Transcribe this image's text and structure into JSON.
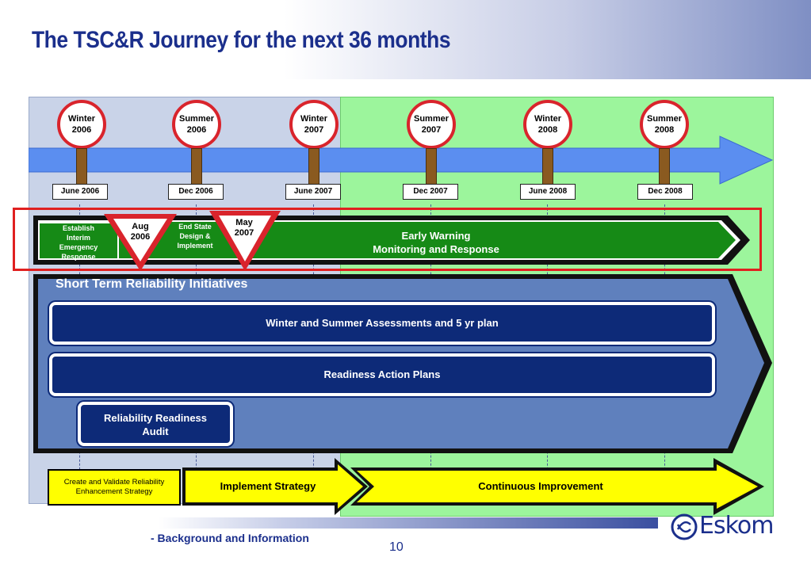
{
  "title": "The TSC&R Journey for the next 36 months",
  "milestones": [
    {
      "season": "Winter",
      "year": "2006",
      "date": "June 2006"
    },
    {
      "season": "Summer",
      "year": "2006",
      "date": "Dec 2006"
    },
    {
      "season": "Winter",
      "year": "2007",
      "date": "June 2007"
    },
    {
      "season": "Summer",
      "year": "2007",
      "date": "Dec 2007"
    },
    {
      "season": "Winter",
      "year": "2008",
      "date": "June 2008"
    },
    {
      "season": "Summer",
      "year": "2008",
      "date": "Dec 2008"
    }
  ],
  "early_warning": {
    "establish": [
      "Establish",
      "Interim",
      "Emergency",
      "Response"
    ],
    "end_state": [
      "End State",
      "Design &",
      "Implement"
    ],
    "main_line1": "Early Warning",
    "main_line2": "Monitoring and Response"
  },
  "triangles": [
    {
      "month": "Aug",
      "year": "2006"
    },
    {
      "month": "May",
      "year": "2007"
    }
  ],
  "short_term": {
    "title": "Short Term Reliability Initiatives",
    "assessments": "Winter and Summer Assessments  and  5 yr plan",
    "readiness_plans": "Readiness Action Plans",
    "audit_line1": "Reliability Readiness",
    "audit_line2": "Audit"
  },
  "strategy": {
    "create_validate": "Create and Validate Reliability Enhancement Strategy",
    "implement": "Implement Strategy",
    "continuous": "Continuous Improvement"
  },
  "footer": {
    "section": "-  Background and Information",
    "page_number": "10",
    "logo": "Eskom"
  },
  "colors": {
    "title_blue": "#1b2f8c",
    "sign_red": "#d9242c",
    "frame_red": "#e02020",
    "green": "#168a16",
    "navy": "#0d2a78",
    "yellow": "#ffff00"
  }
}
